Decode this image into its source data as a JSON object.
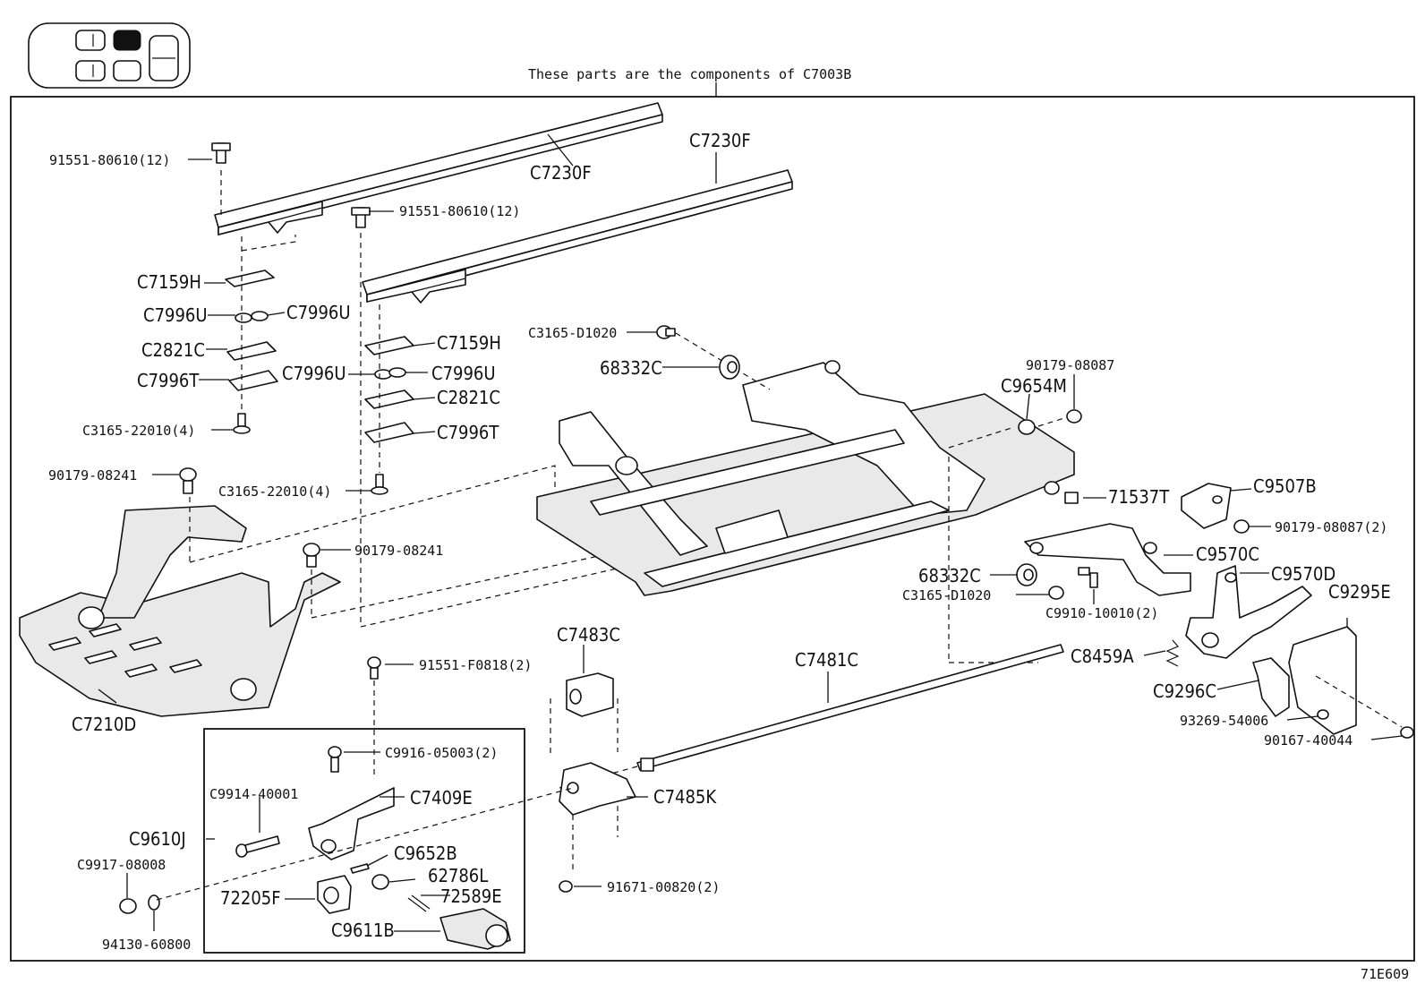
{
  "header_note": "These parts are the components of C7003B",
  "diagram_id": "71E609",
  "seat_indicator": {
    "icon": "seat-location-icon",
    "highlighted_position": "front-right"
  },
  "labels": {
    "bolt_91551_80610_top": "91551-80610(12)",
    "bolt_91551_80610_mid": "91551-80610(12)",
    "c7230f_a": "C7230F",
    "c7230f_b": "C7230F",
    "c7159h_l": "C7159H",
    "c7996u_l1": "C7996U",
    "c7996u_l2": "C7996U",
    "c2821c_l": "C2821C",
    "c7996t_l": "C7996T",
    "c3165_22010_l": "C3165-22010(4)",
    "c7159h_r": "C7159H",
    "c7996u_r1": "C7996U",
    "c7996u_r2": "C7996U",
    "c2821c_r": "C2821C",
    "c7996t_r": "C7996T",
    "c3165_22010_r": "C3165-22010(4)",
    "n90179_08241_a": "90179-08241",
    "n90179_08241_b": "90179-08241",
    "c3165_d1020_top": "C3165-D1020",
    "n68332c_top": "68332C",
    "n90179_08087": "90179-08087",
    "c9654m": "C9654M",
    "n71537t": "71537T",
    "c9507b": "C9507B",
    "n90179_08087_2": "90179-08087(2)",
    "c9570c": "C9570C",
    "c9570d": "C9570D",
    "n68332c_bot": "68332C",
    "c3165_d1020_bot": "C3165-D1020",
    "c9910": "C9910-10010(2)",
    "c9295e": "C9295E",
    "c8459a": "C8459A",
    "c9296c": "C9296C",
    "n93269": "93269-54006",
    "n90167": "90167-40044",
    "c7210d": "C7210D",
    "n91551_f0818": "91551-F0818(2)",
    "c7483c": "C7483C",
    "c7481c": "C7481C",
    "c9916": "C9916-05003(2)",
    "c9914": "C9914-40001",
    "c7409e": "C7409E",
    "c9610j": "C9610J",
    "c9917": "C9917-08008",
    "c9652b": "C9652B",
    "n62786l": "62786L",
    "n72589e": "72589E",
    "n72205f": "72205F",
    "c9611b": "C9611B",
    "n94130": "94130-60800",
    "c7485k": "C7485K",
    "n91671": "91671-00820(2)"
  }
}
